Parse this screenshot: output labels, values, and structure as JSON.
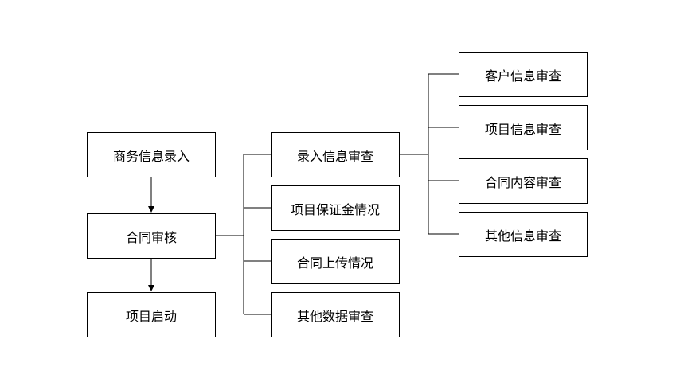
{
  "nodes": {
    "business_entry": "商务信息录入",
    "contract_review": "合同审核",
    "project_start": "项目启动",
    "entry_review": "录入信息审查",
    "deposit_status": "项目保证金情况",
    "contract_upload": "合同上传情况",
    "other_data_review": "其他数据审查",
    "customer_review": "客户信息审查",
    "project_info_review": "项目信息审查",
    "contract_content_review": "合同内容审查",
    "other_info_review": "其他信息审查"
  },
  "colors": {
    "line": "#000000",
    "box_border": "#000000",
    "box_fill": "#ffffff"
  }
}
